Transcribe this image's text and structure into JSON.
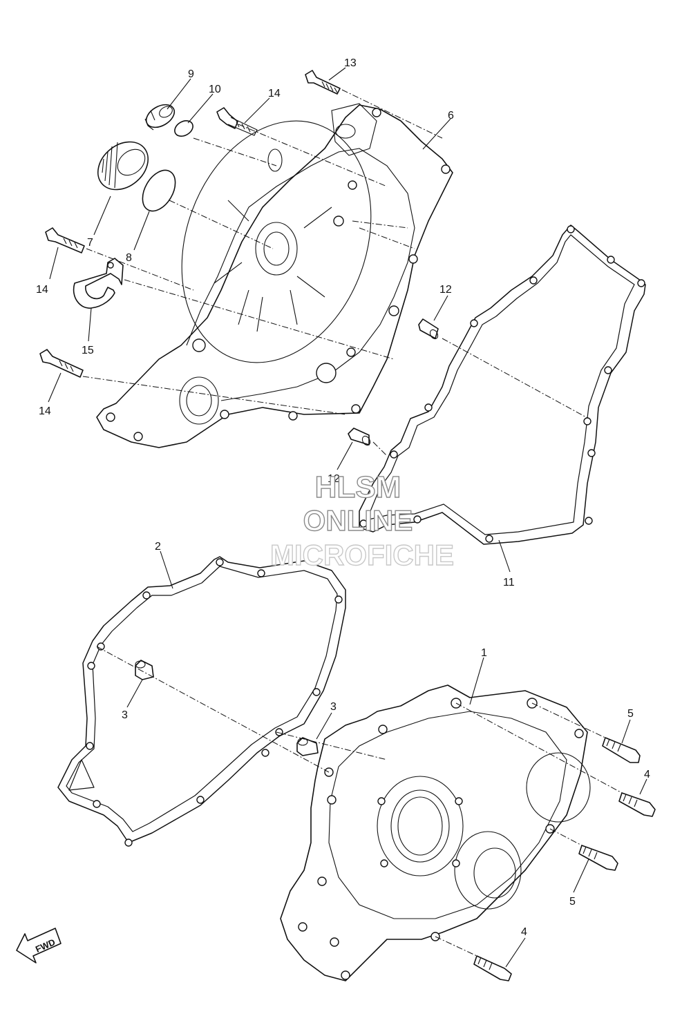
{
  "diagram": {
    "watermark": {
      "line1": "HLSM",
      "line2": "ONLINE",
      "line3": "MICROFICHE"
    },
    "fwd_label": "FWD",
    "part_labels": {
      "p1": "1",
      "p2": "2",
      "p3a": "3",
      "p3b": "3",
      "p4a": "4",
      "p4b": "4",
      "p5a": "5",
      "p5b": "5",
      "p6": "6",
      "p7": "7",
      "p8": "8",
      "p9": "9",
      "p10": "10",
      "p11": "11",
      "p12a": "12",
      "p12b": "12",
      "p13": "13",
      "p14a": "14",
      "p14b": "14",
      "p14c": "14",
      "p15": "15"
    }
  }
}
